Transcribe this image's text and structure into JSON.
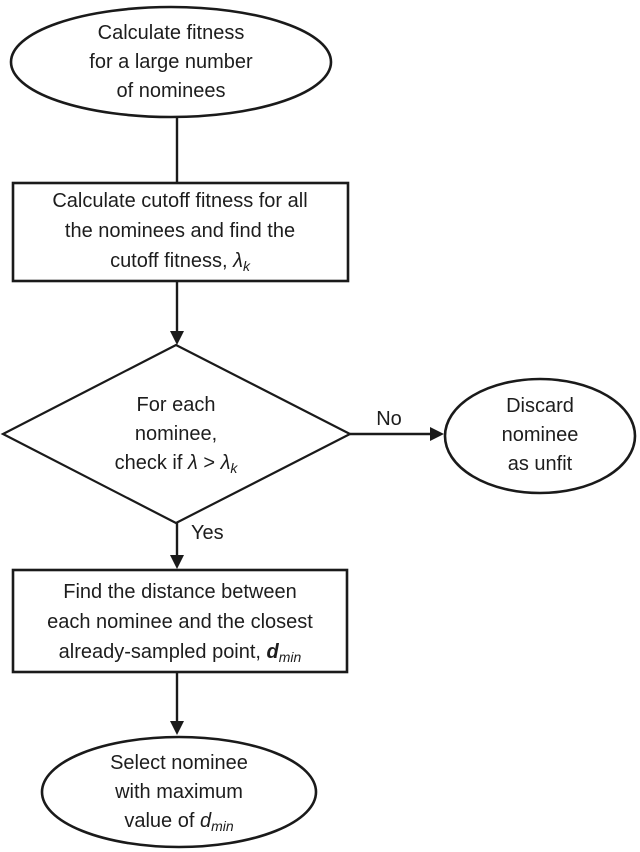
{
  "diagram": {
    "start": {
      "line1": "Calculate fitness",
      "line2": "for a large number",
      "line3": "of nominees"
    },
    "cutoff": {
      "line1": "Calculate cutoff fitness for all",
      "line2": "the nominees and find the",
      "line3_prefix": "cutoff fitness, ",
      "lambda": "λ",
      "lambda_sub": "k"
    },
    "decision": {
      "line1": "For each",
      "line2": "nominee,",
      "line3_prefix": "check if ",
      "lambda_a": "λ",
      "comparator": " > ",
      "lambda_b": "λ",
      "lambda_b_sub": "k"
    },
    "discard": {
      "line1": "Discard",
      "line2": "nominee",
      "line3": "as unfit"
    },
    "distance": {
      "line1": "Find the distance between",
      "line2": "each nominee and the closest",
      "line3_prefix": "already-sampled point, ",
      "d": "d",
      "d_sub": "min"
    },
    "select": {
      "line1": "Select nominee",
      "line2": "with maximum",
      "line3_prefix": "value of ",
      "d": "d",
      "d_sub": "min"
    },
    "edge_labels": {
      "no": "No",
      "yes": "Yes"
    },
    "colors": {
      "stroke": "#1a1a1a",
      "text": "#1d1d1d",
      "background": "#ffffff"
    }
  }
}
